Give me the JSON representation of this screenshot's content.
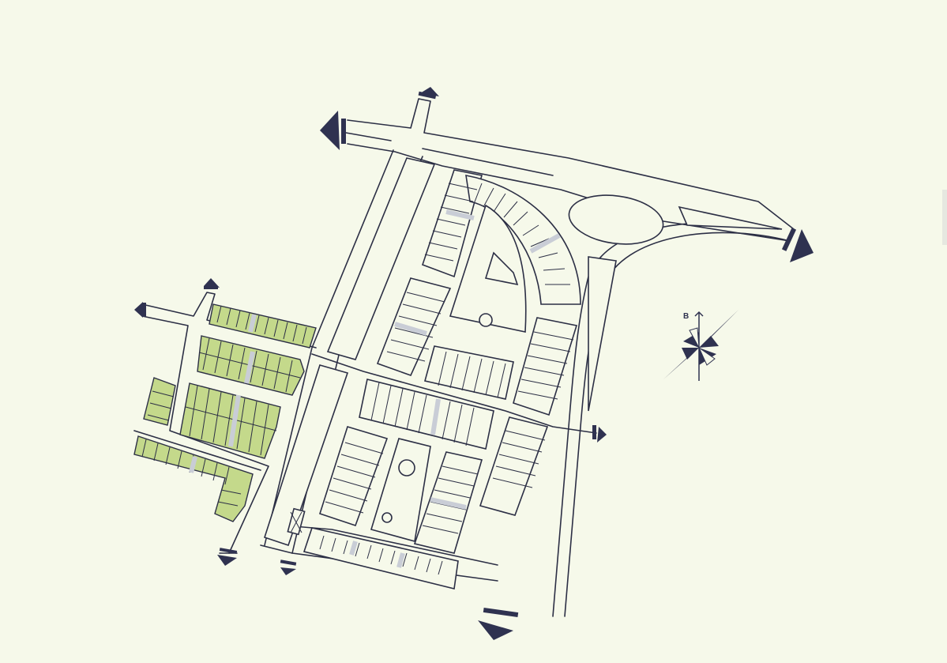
{
  "map": {
    "colors": {
      "background": "#f6f9ea",
      "line": "#2c2f45",
      "green_plots": "#c4d98b",
      "arrows": "#2f3250",
      "walkways": "#c9cdd6"
    },
    "compass": {
      "label": "B",
      "icon": "compass-rose-icon"
    },
    "exit_arrows": [
      "exit-arrow-northwest",
      "exit-arrow-north",
      "exit-arrow-east",
      "exit-arrow-southeast",
      "exit-arrow-south",
      "exit-arrow-southwest",
      "exit-arrow-west",
      "exit-arrow-west-top",
      "exit-arrow-south-left"
    ]
  }
}
